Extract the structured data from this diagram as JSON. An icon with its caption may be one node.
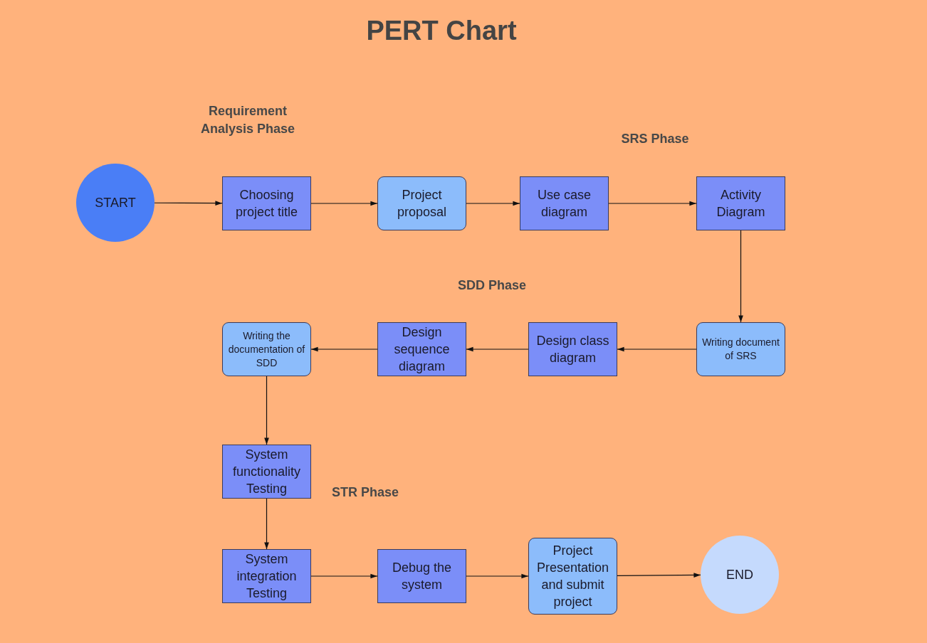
{
  "diagram": {
    "title": "PERT Chart",
    "nodes": [
      {
        "text": [
          "START"
        ]
      },
      {
        "text": [
          "Choosing project title"
        ]
      },
      {
        "text": [
          "Project proposal"
        ]
      },
      {
        "text": [
          "Use case diagram"
        ]
      },
      {
        "text": [
          "Activity Diagram"
        ]
      },
      {
        "text": [
          "Writing document of SRS"
        ]
      },
      {
        "text": [
          "Design class diagram"
        ]
      },
      {
        "text": [
          "Design sequence diagram"
        ]
      },
      {
        "text": [
          "Writing the documentation of SDD"
        ]
      },
      {
        "text": [
          "System functionality Testing"
        ]
      },
      {
        "text": [
          "System integration Testing"
        ]
      },
      {
        "text": [
          "Debug the system"
        ]
      },
      {
        "text": [
          "Project Presentation and submit project"
        ]
      },
      {
        "text": [
          "END"
        ]
      }
    ],
    "edges": [
      {
        "from": 0,
        "to": 1,
        "arrow": "to"
      },
      {
        "from": 1,
        "to": 2,
        "arrow": "to"
      },
      {
        "from": 2,
        "to": 3,
        "arrow": "to"
      },
      {
        "from": 3,
        "to": 4,
        "arrow": "to"
      },
      {
        "from": 4,
        "to": 5,
        "arrow": "to"
      },
      {
        "from": 5,
        "to": 6,
        "arrow": "to"
      },
      {
        "from": 6,
        "to": 7,
        "arrow": "to"
      },
      {
        "from": 7,
        "to": 8,
        "arrow": "to"
      },
      {
        "from": 8,
        "to": 9,
        "arrow": "to"
      },
      {
        "from": 9,
        "to": 10,
        "arrow": "to"
      },
      {
        "from": 10,
        "to": 11,
        "arrow": "to"
      },
      {
        "from": 11,
        "to": 12,
        "arrow": "to"
      },
      {
        "from": 12,
        "to": 13,
        "arrow": "to"
      }
    ],
    "labels": [
      "Requirement Analysis Phase",
      "SRS Phase",
      "SDD Phase",
      "STR Phase"
    ]
  }
}
